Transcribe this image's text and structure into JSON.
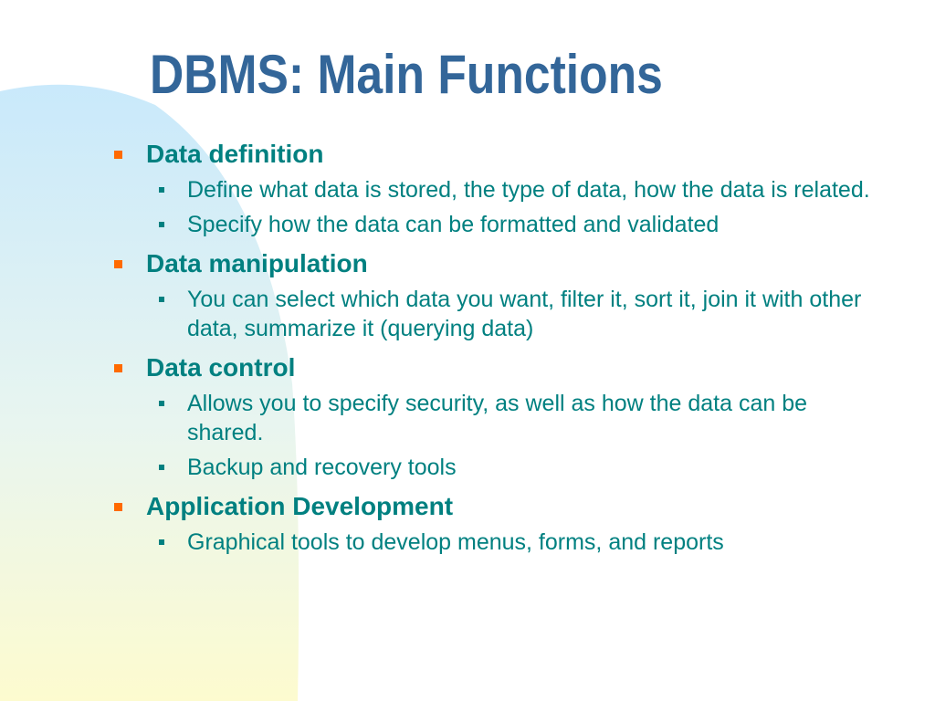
{
  "slide": {
    "title": "DBMS:  Main Functions",
    "colors": {
      "title": "#336699",
      "text": "#008080",
      "primary_bullet": "#ff6a00",
      "background_gradient_top": "#c9e9fb",
      "background_gradient_bottom": "#fdfbcf"
    },
    "items": [
      {
        "label": "Data definition",
        "subitems": [
          "Define what data is stored, the type of data, how the data is related.",
          "Specify how the data can be formatted and validated"
        ]
      },
      {
        "label": "Data manipulation",
        "subitems": [
          "You can select which data you want, filter it, sort it, join it with other data, summarize it (querying data)"
        ]
      },
      {
        "label": "Data control",
        "subitems": [
          "Allows you to specify security, as well as how the data can be shared.",
          "Backup and recovery tools"
        ]
      },
      {
        "label": "Application Development",
        "subitems": [
          "Graphical tools to develop menus, forms, and reports"
        ]
      }
    ]
  }
}
